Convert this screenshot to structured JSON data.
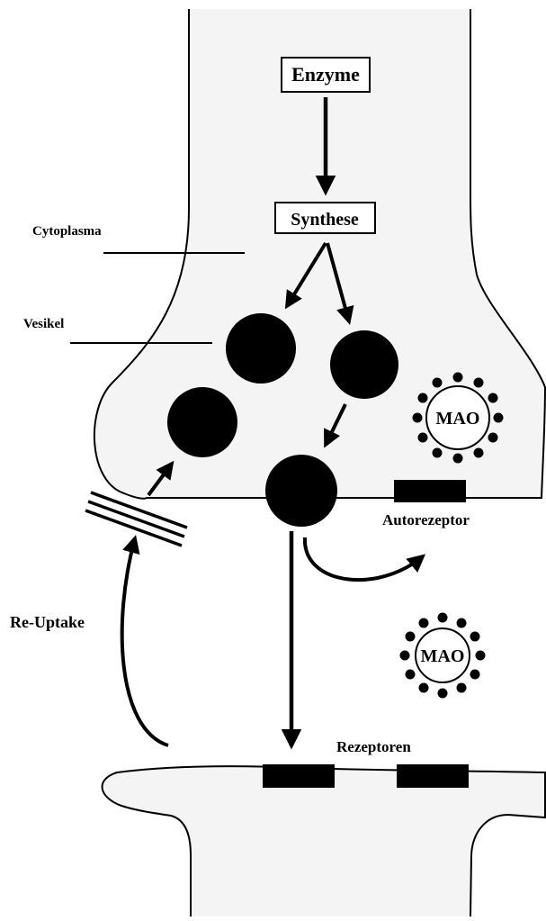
{
  "labels": {
    "enzyme": "Enzyme",
    "synthesis": "Synthese",
    "cytoplasm": "Cytoplasma",
    "vesicle": "Vesikel",
    "mao_upper": "MAO",
    "mao_lower": "MAO",
    "autoreceptor": "Autorezeptor",
    "reuptake": "Re-Uptake",
    "receptors": "Rezeptoren"
  },
  "colors": {
    "neuron_fill": "#f4f4f4",
    "stroke": "#000000",
    "vesicle_fill": "#000000"
  }
}
